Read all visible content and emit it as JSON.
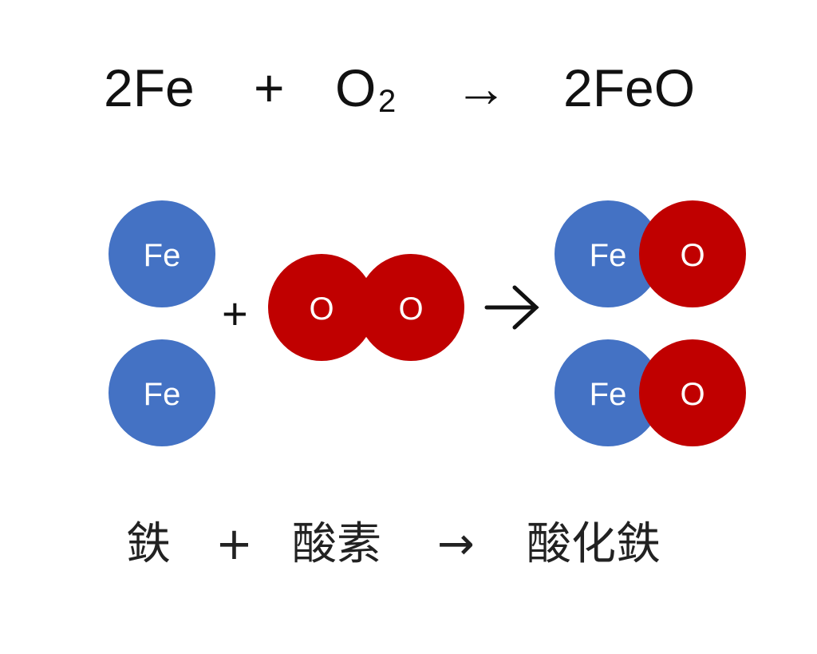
{
  "equation": {
    "reactant1": "2Fe",
    "plus": "+",
    "reactant2": "O",
    "reactant2_subscript": "2",
    "arrow": "→",
    "product": "2FeO"
  },
  "atoms": {
    "iron": "Fe",
    "oxygen": "O"
  },
  "model_symbols": {
    "plus": "+",
    "arrow": "→"
  },
  "japanese": {
    "reactant1": "鉄",
    "plus": "+",
    "reactant2": "酸素",
    "arrow": "→",
    "product": "酸化鉄"
  },
  "colors": {
    "iron": "#4472C4",
    "oxygen": "#C00000"
  }
}
